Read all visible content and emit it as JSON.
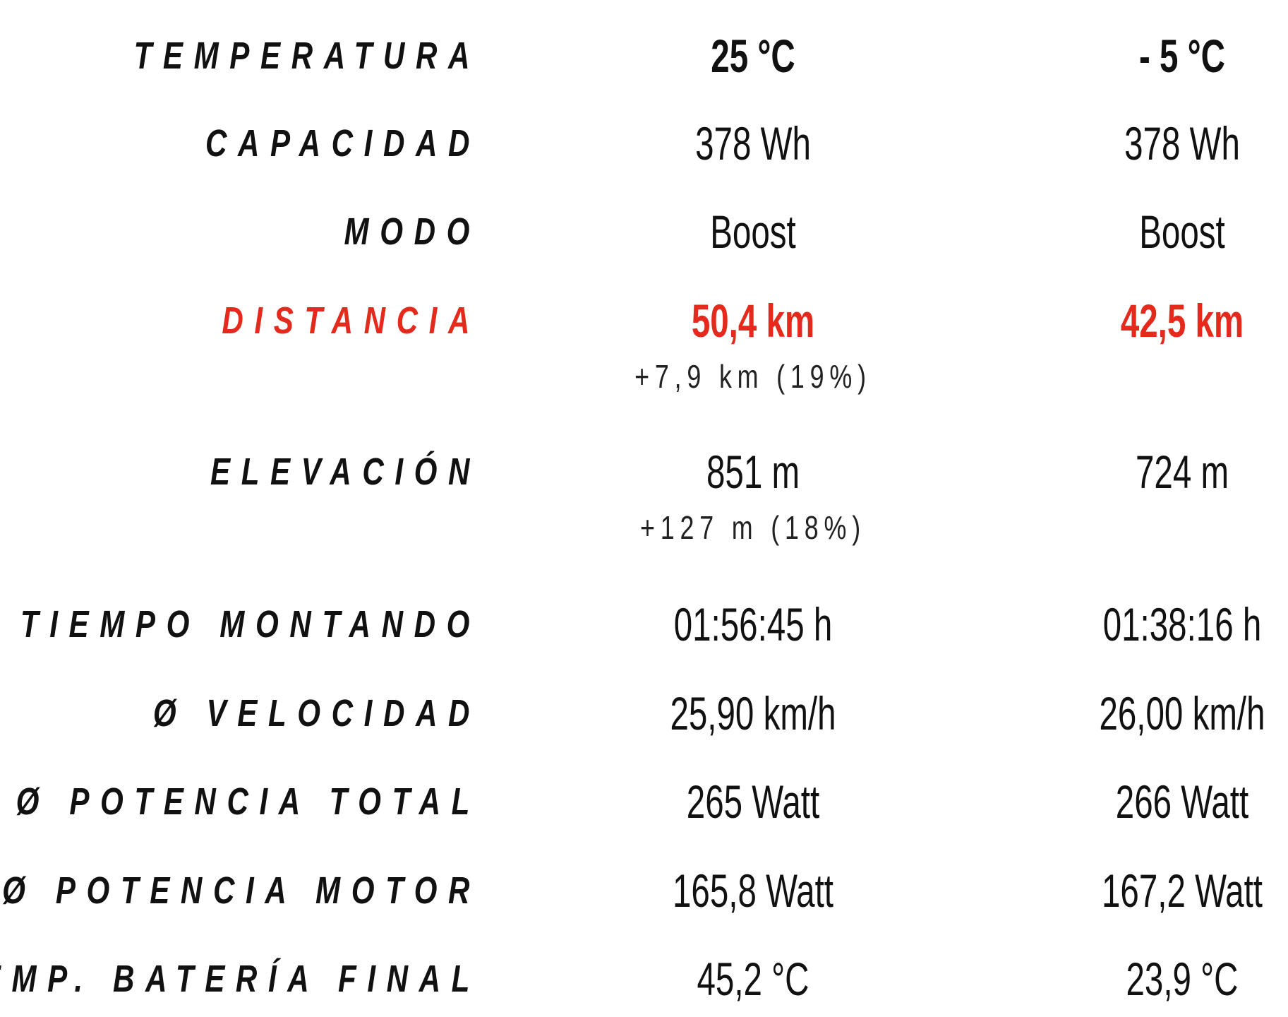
{
  "colors": {
    "text": "#111111",
    "accent_red": "#e42a1c",
    "background": "#ffffff"
  },
  "rows": [
    {
      "label": "TEMPERATURA",
      "col1": "25 °C",
      "col2": "- 5 °C"
    },
    {
      "label": "CAPACIDAD",
      "col1": "378 Wh",
      "col2": "378 Wh"
    },
    {
      "label": "MODO",
      "col1": "Boost",
      "col2": "Boost"
    },
    {
      "label": "DISTANCIA",
      "col1": "50,4 km",
      "col2": "42,5 km",
      "diff": "+7,9 km (19%)"
    },
    {
      "label": "ELEVACIÓN",
      "col1": "851 m",
      "col2": "724 m",
      "diff": "+127 m (18%)"
    },
    {
      "label": "TIEMPO MONTANDO",
      "col1": "01:56:45 h",
      "col2": "01:38:16 h"
    },
    {
      "label": "Ø VELOCIDAD",
      "col1": "25,90 km/h",
      "col2": "26,00 km/h"
    },
    {
      "label": "Ø POTENCIA TOTAL",
      "col1": "265 Watt",
      "col2": "266 Watt"
    },
    {
      "label": "Ø POTENCIA MOTOR",
      "col1": "165,8 Watt",
      "col2": "167,2 Watt"
    },
    {
      "label": "TEMP. BATERÍA FINAL",
      "col1": "45,2 °C",
      "col2": "23,9 °C"
    }
  ]
}
